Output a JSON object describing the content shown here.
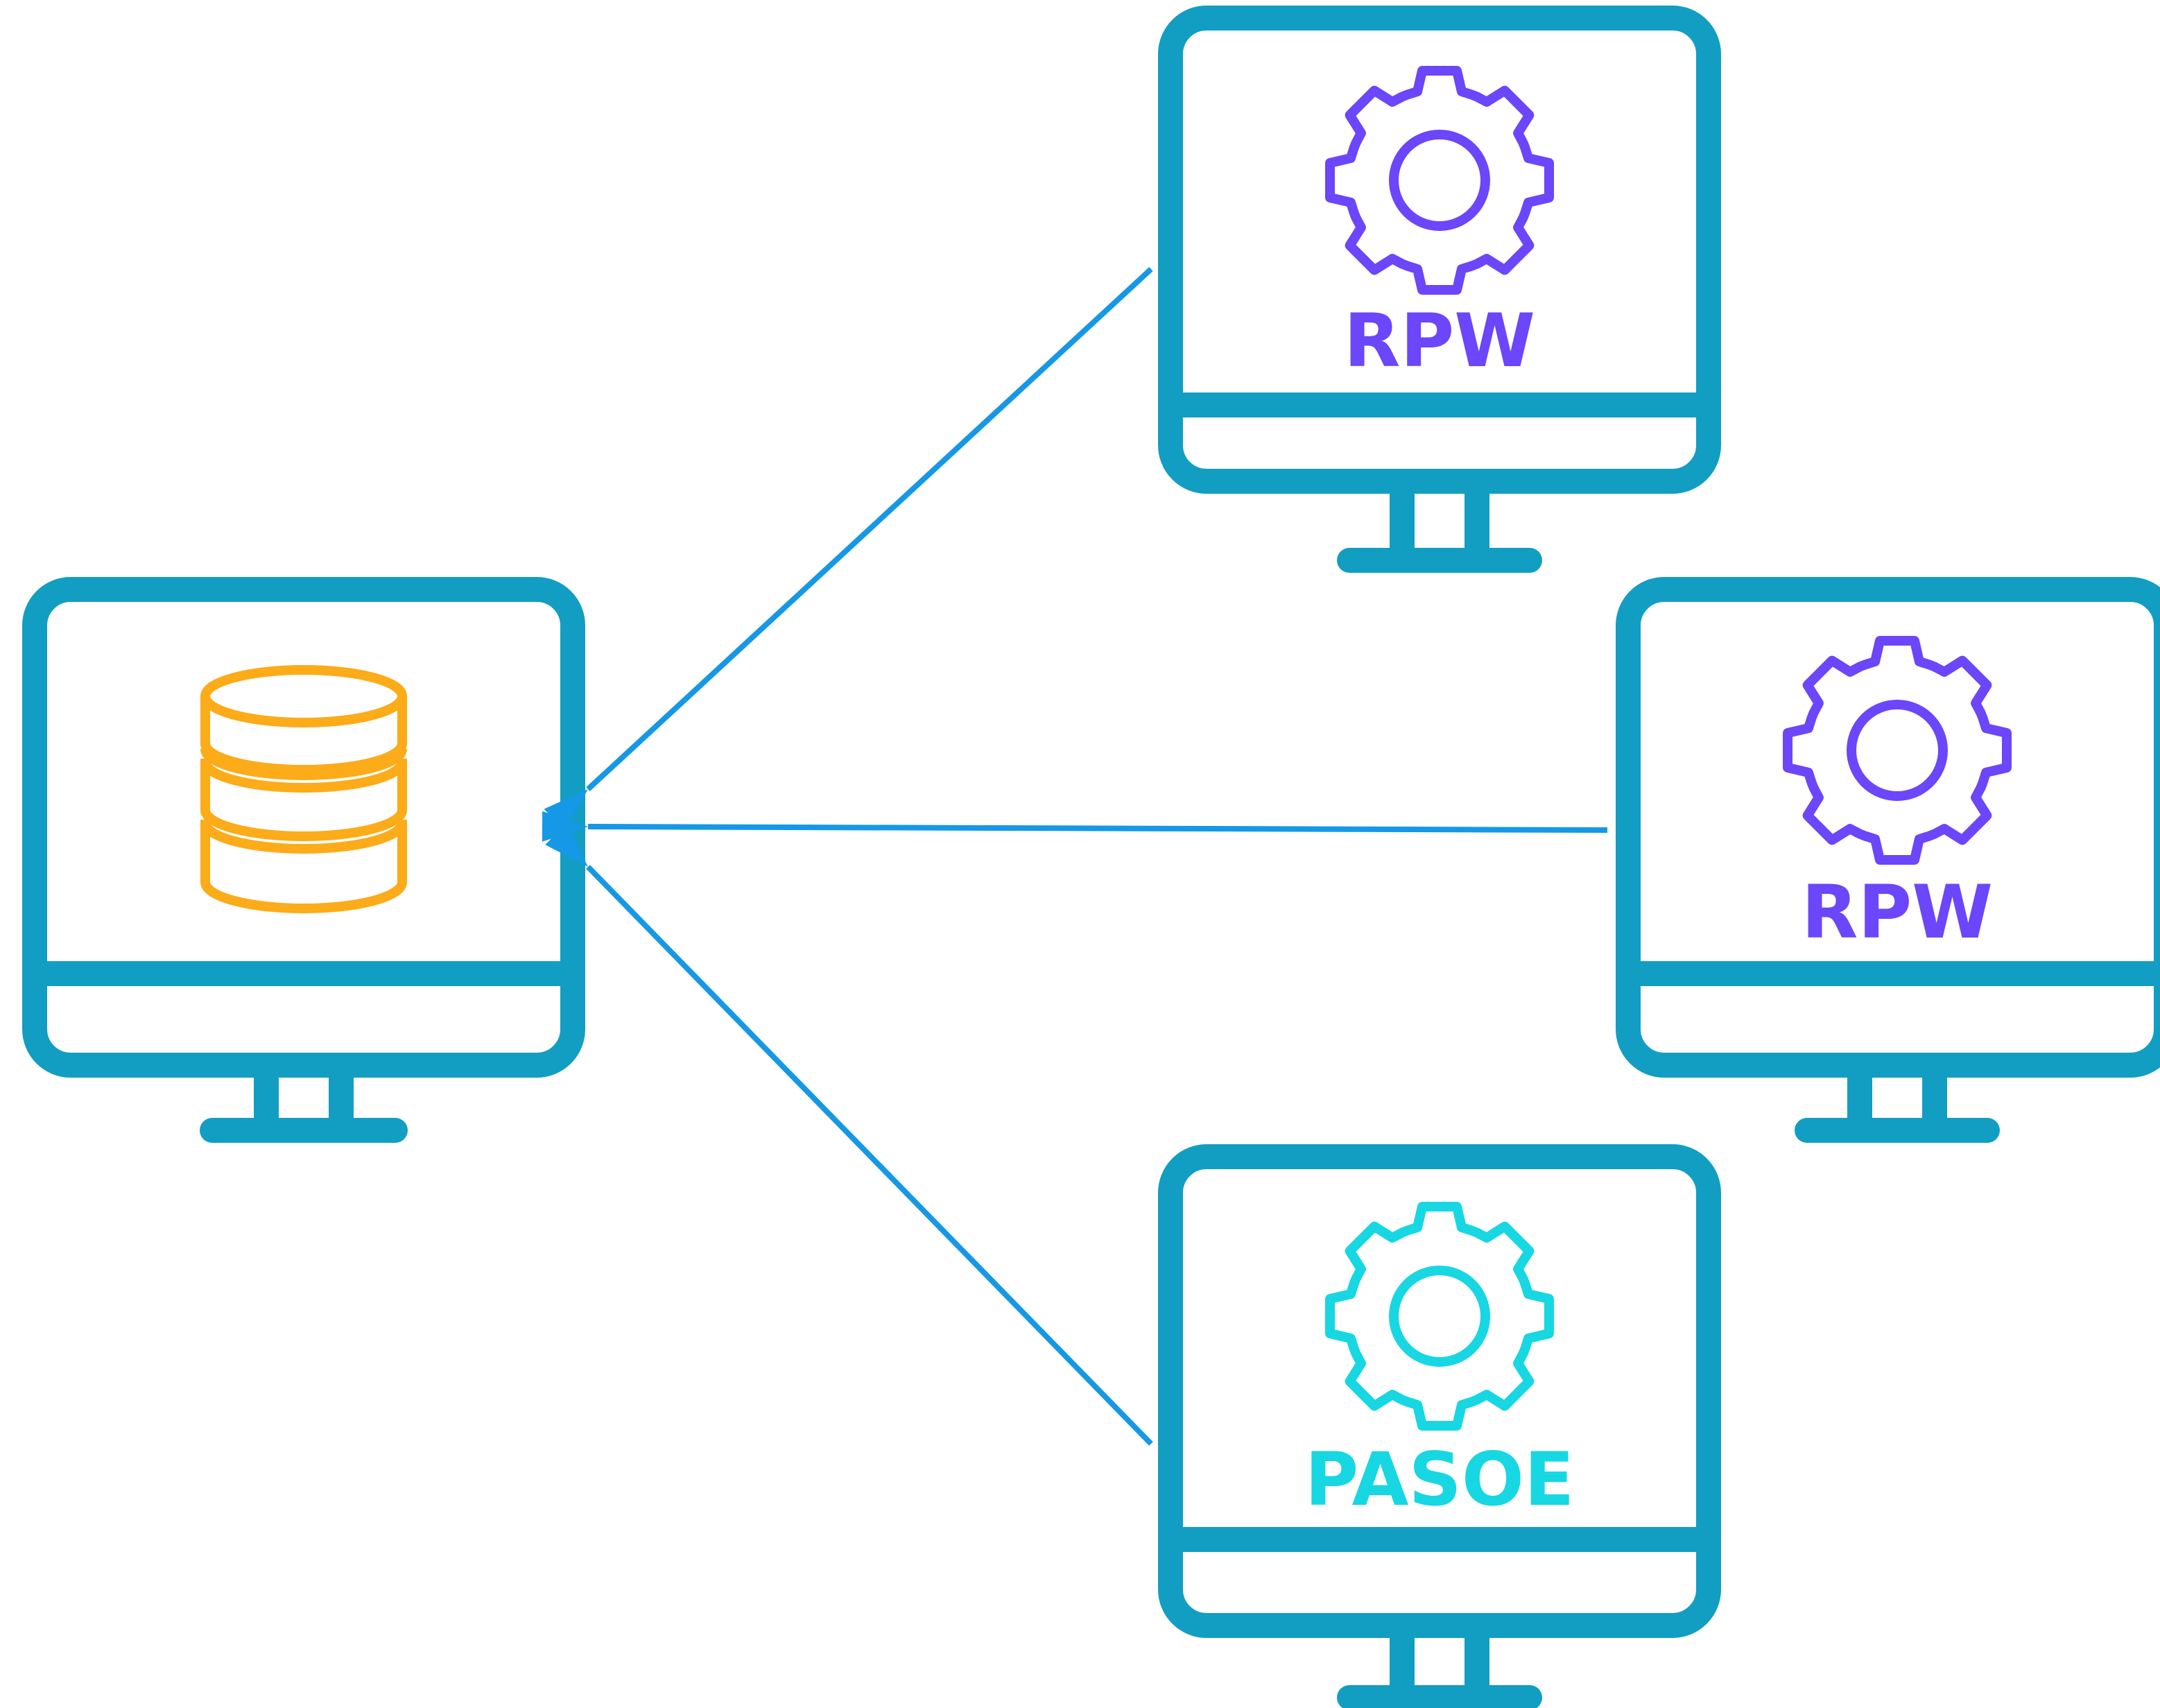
{
  "colors": {
    "monitor": "#129ec2",
    "arrow": "#1598e6",
    "database": "#fcab19",
    "rpw": "#6b46fb",
    "pasoe": "#17d7e3"
  },
  "database_node": {
    "icon": "database-icon"
  },
  "nodes": [
    {
      "id": "rpw-top",
      "label": "RPW",
      "icon": "gear-icon",
      "color_key": "rpw"
    },
    {
      "id": "rpw-right",
      "label": "RPW",
      "icon": "gear-icon",
      "color_key": "rpw"
    },
    {
      "id": "pasoe-bottom",
      "label": "PASOE",
      "icon": "gear-icon",
      "color_key": "pasoe"
    }
  ],
  "connections": [
    {
      "from": "rpw-top",
      "to": "database"
    },
    {
      "from": "rpw-right",
      "to": "database"
    },
    {
      "from": "pasoe-bottom",
      "to": "database"
    }
  ]
}
